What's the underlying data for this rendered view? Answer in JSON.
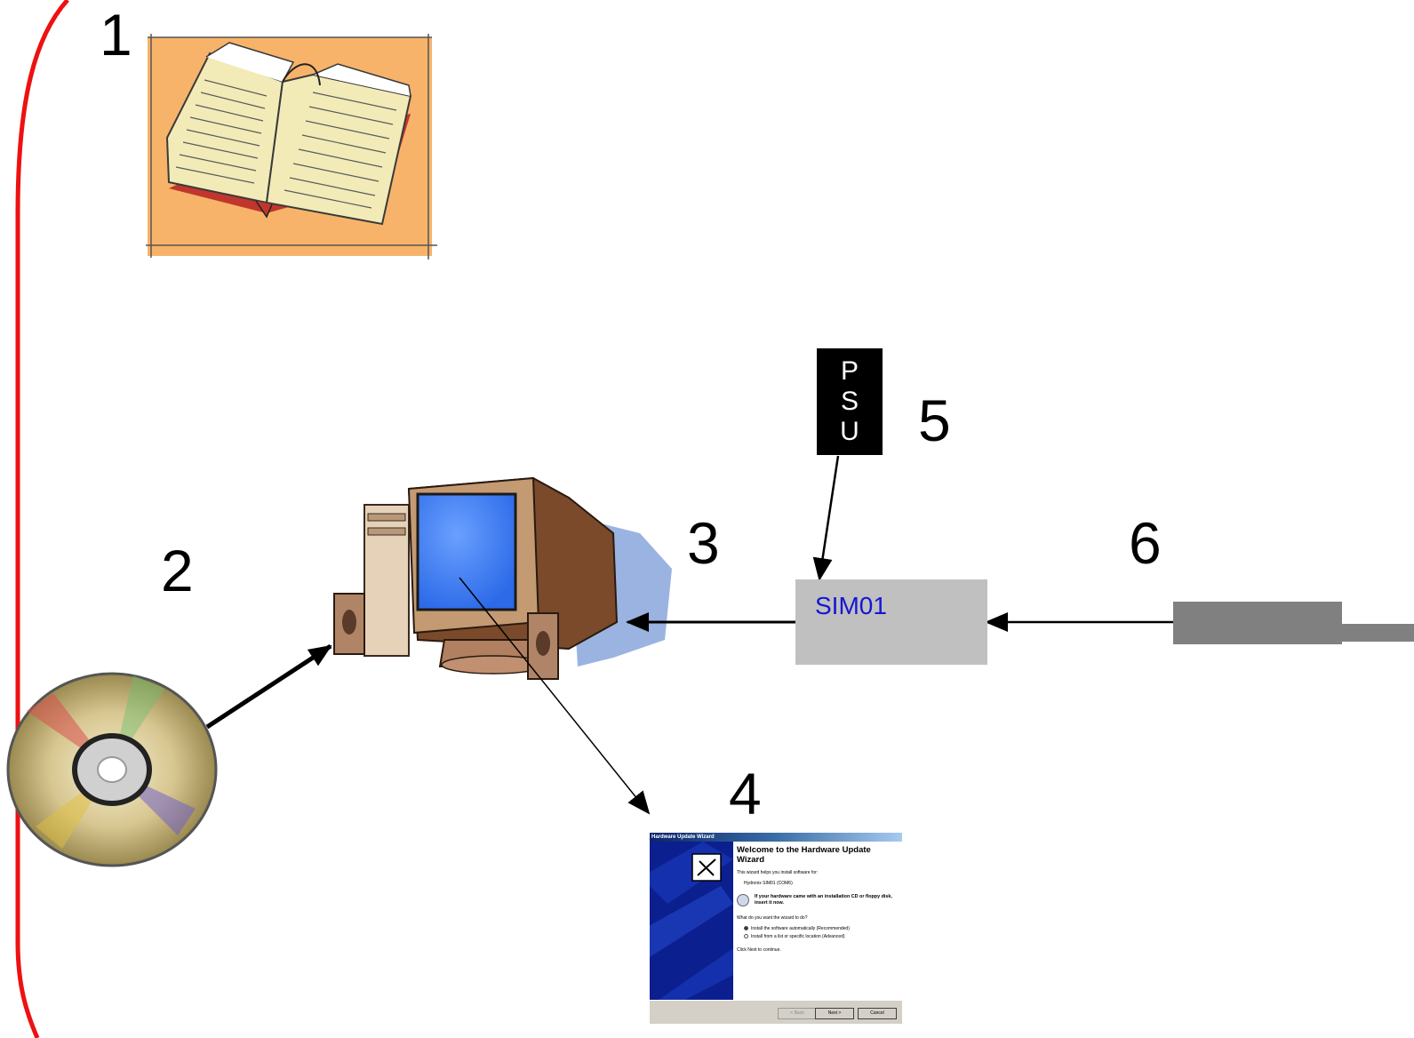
{
  "labels": {
    "step1": "1",
    "step2": "2",
    "step3": "3",
    "step4": "4",
    "step5": "5",
    "step6": "6"
  },
  "psu": {
    "line1": "P",
    "line2": "S",
    "line3": "U"
  },
  "sim_box": {
    "label": "SIM01"
  },
  "wizard": {
    "title": "Hardware Update Wizard",
    "heading": "Welcome to the Hardware Update Wizard",
    "intro": "This wizard helps you install software for:",
    "device": "Hydronix SIM01 (COM6)",
    "cd_prompt": "If your hardware came with an installation CD or floppy disk, insert it now.",
    "question": "What do you want the wizard to do?",
    "option_auto": "Install the software automatically (Recommended)",
    "option_manual": "Install from a list or specific location (Advanced)",
    "continue_text": "Click Next to continue.",
    "back_label": "< Back",
    "next_label": "Next >",
    "cancel_label": "Cancel"
  },
  "colors": {
    "border": "#ee1111",
    "sim_fill": "#c0c0c0",
    "sim_text": "#1515d6",
    "cable": "#808080",
    "book_bg": "#f7b36a"
  }
}
